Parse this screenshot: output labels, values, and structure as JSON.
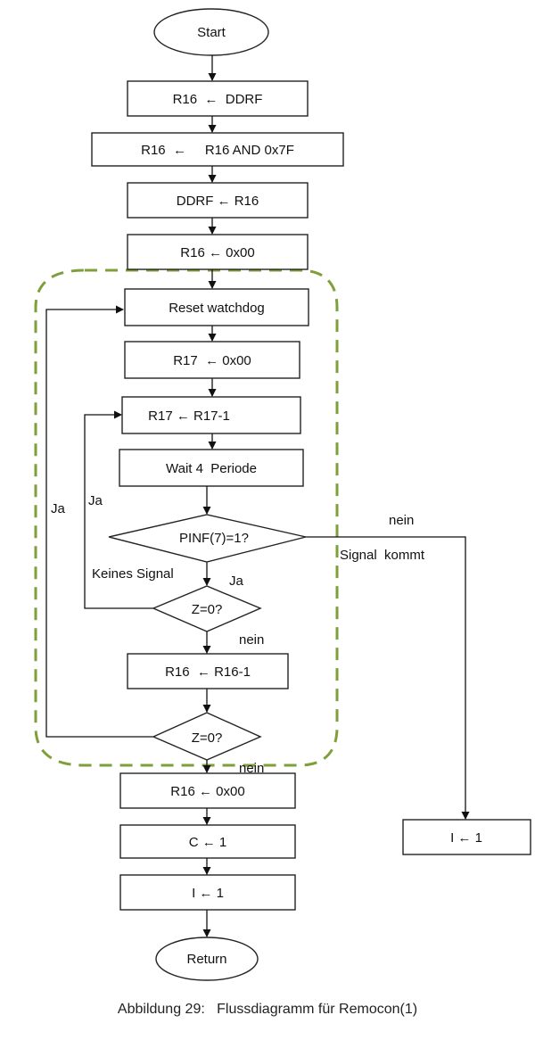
{
  "nodes": {
    "start": "Start",
    "ddrf_to_r16": "R16  ←  DDRF",
    "mask_r16": "R16  ←     R16 AND 0x7F",
    "r16_to_ddrf": "DDRF ← R16",
    "clear_r16_a": "R16 ← 0x00",
    "reset_watchdog": "Reset watchdog",
    "clear_r17": "R17  ← 0x00",
    "dec_r17": "R17 ← R17-1",
    "wait": "Wait 4  Periode",
    "test_pinf": "PINF(7)=1?",
    "test_z_inner": "Z=0?",
    "dec_r16": "R16  ← R16-1",
    "test_z_outer": "Z=0?",
    "clear_r16_b": "R16 ← 0x00",
    "set_c": "C ← 1",
    "set_i_main": "I ← 1",
    "return": "Return",
    "set_i_signal": "I ← 1"
  },
  "edge_labels": {
    "pinf_no": "nein",
    "signal_comes": "Signal  kommt",
    "no_signal": "Keines Signal",
    "pinf_yes": "Ja",
    "inner_yes": "Ja",
    "inner_no": "nein",
    "outer_yes": "Ja",
    "outer_no": "nein"
  },
  "caption": "Abbildung 29:   Flussdiagramm für Remocon(1)"
}
